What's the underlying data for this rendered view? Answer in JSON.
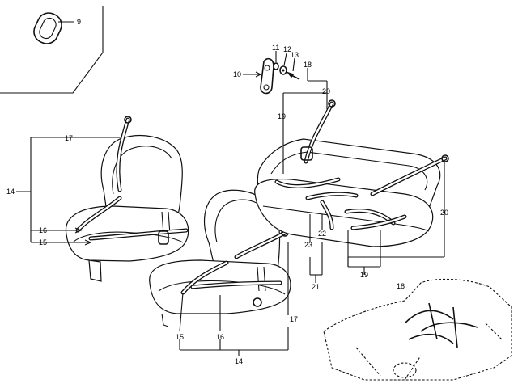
{
  "callouts": [
    {
      "id": "c9",
      "text": "9"
    },
    {
      "id": "c10",
      "text": "10"
    },
    {
      "id": "c11",
      "text": "11"
    },
    {
      "id": "c12",
      "text": "12"
    },
    {
      "id": "c13",
      "text": "13"
    },
    {
      "id": "c18top",
      "text": "18"
    },
    {
      "id": "c20top",
      "text": "20"
    },
    {
      "id": "c19top",
      "text": "19"
    },
    {
      "id": "c17left",
      "text": "17"
    },
    {
      "id": "c14left",
      "text": "14"
    },
    {
      "id": "c16left",
      "text": "16"
    },
    {
      "id": "c15left",
      "text": "15"
    },
    {
      "id": "c20right",
      "text": "20"
    },
    {
      "id": "c23",
      "text": "23"
    },
    {
      "id": "c22",
      "text": "22"
    },
    {
      "id": "c21",
      "text": "21"
    },
    {
      "id": "c19bot",
      "text": "19"
    },
    {
      "id": "c18bot",
      "text": "18"
    },
    {
      "id": "c17mid",
      "text": "17"
    },
    {
      "id": "c15mid",
      "text": "15"
    },
    {
      "id": "c16mid",
      "text": "16"
    },
    {
      "id": "c14bot",
      "text": "14"
    }
  ]
}
